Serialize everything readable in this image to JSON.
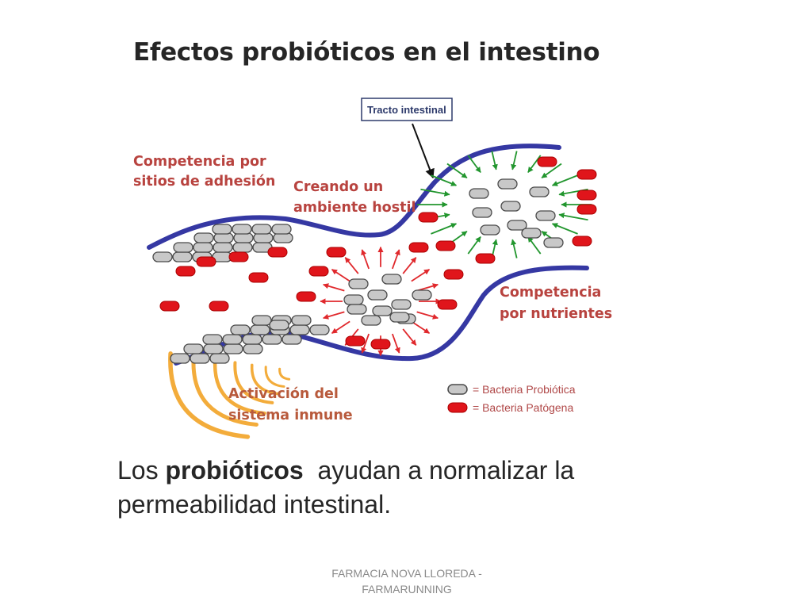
{
  "diagram": {
    "title": "Efectos probióticos en el intestino",
    "callout": "Tracto intestinal",
    "labels": {
      "adhesion_line1": "Competencia por",
      "adhesion_line2": "sitios de adhesión",
      "hostile_line1": "Creando un",
      "hostile_line2": "ambiente hostil",
      "nutrients_line1": "Competencia",
      "nutrients_line2": "por nutrientes",
      "immune_line1": "Activación del",
      "immune_line2": "sistema inmune"
    },
    "legend": {
      "probiotic": "= Bacteria Probiótica",
      "pathogen": "= Bacteria Patógena"
    },
    "colors": {
      "wall": "#3538a3",
      "probiotic_fill": "#c8c8c8",
      "probiotic_stroke": "#4a4a4a",
      "pathogen_fill": "#e0151b",
      "red_arrow": "#e0282c",
      "green_arrow": "#22962e",
      "immune_arc": "#f2a830"
    }
  },
  "caption": {
    "prefix": "Los ",
    "bold": "probióticos",
    "rest_line1": "  ayudan a normalizar la",
    "line2": "permeabilidad intestinal."
  },
  "footer": {
    "line1": "FARMACIA NOVA LLOREDA -",
    "line2": "FARMARUNNING"
  }
}
